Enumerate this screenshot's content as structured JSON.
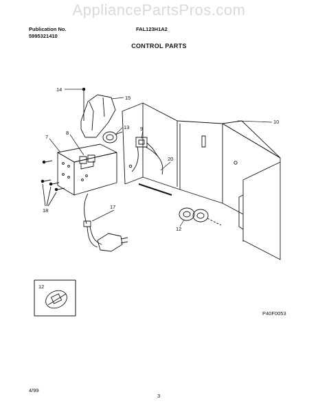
{
  "watermark": "AppliancePartsPros.com",
  "header": {
    "publication_label": "Publication No.",
    "publication_number": "5995321410",
    "model": "FAL123H1A2"
  },
  "title": "CONTROL PARTS",
  "callouts": {
    "c14": "14",
    "c15": "15",
    "c13": "13",
    "c8": "8",
    "c7": "7",
    "c9": "9",
    "c10": "10",
    "c20": "20",
    "c18": "18",
    "c17": "17",
    "c12": "12",
    "c12_inset": "12"
  },
  "figure_code": "P40F0053",
  "footer": {
    "date": "4/99",
    "page": "3"
  }
}
